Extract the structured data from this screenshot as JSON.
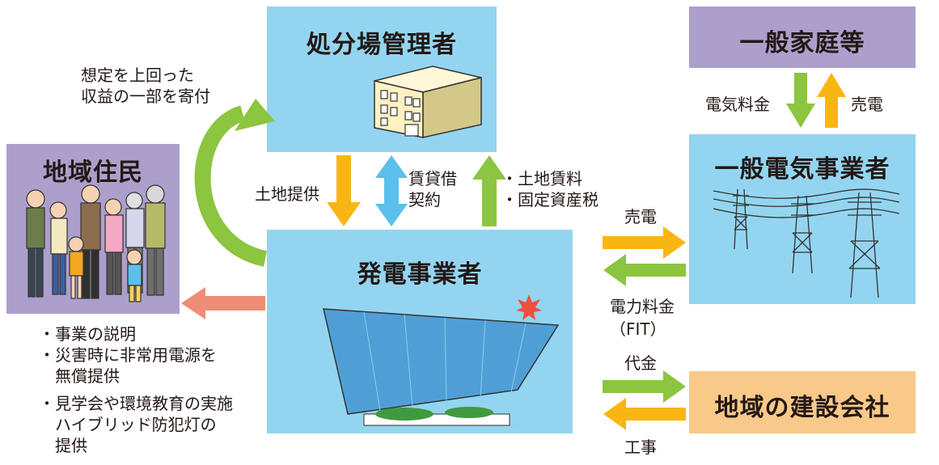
{
  "boxes": {
    "landfill_manager": "処分場管理者",
    "households": "一般家庭等",
    "residents": "地域住民",
    "utility": "一般電気事業者",
    "power_producer": "発電事業者",
    "construction": "地域の建設会社"
  },
  "labels": {
    "donation": [
      "想定を上回った",
      "収益の一部を寄付"
    ],
    "land_provision": "土地提供",
    "lease_contract": [
      "賃貸借",
      "契約"
    ],
    "land_rent": [
      "・土地賃料",
      "・固定資産税"
    ],
    "electricity_fee": "電気料金",
    "sell_power_household": "売電",
    "sell_power": "売電",
    "power_charge": [
      "電力料金",
      "（FIT）"
    ],
    "payment": "代金",
    "construction_work": "工事",
    "resident_benefits": [
      "・事業の説明",
      "・災害時に非常用電源を",
      "　無償提供",
      "・見学会や環境教育の実施",
      "　ハイブリッド防犯灯の",
      "　提供"
    ]
  },
  "colors": {
    "sky_box": "#93d5f0",
    "purple_box": "#ac9fcc",
    "orange_box": "#f9c98a",
    "arrow_yellow": "#f9b612",
    "arrow_blue": "#5bc0ec",
    "arrow_green": "#8cc540",
    "arrow_salmon": "#f08d76"
  }
}
